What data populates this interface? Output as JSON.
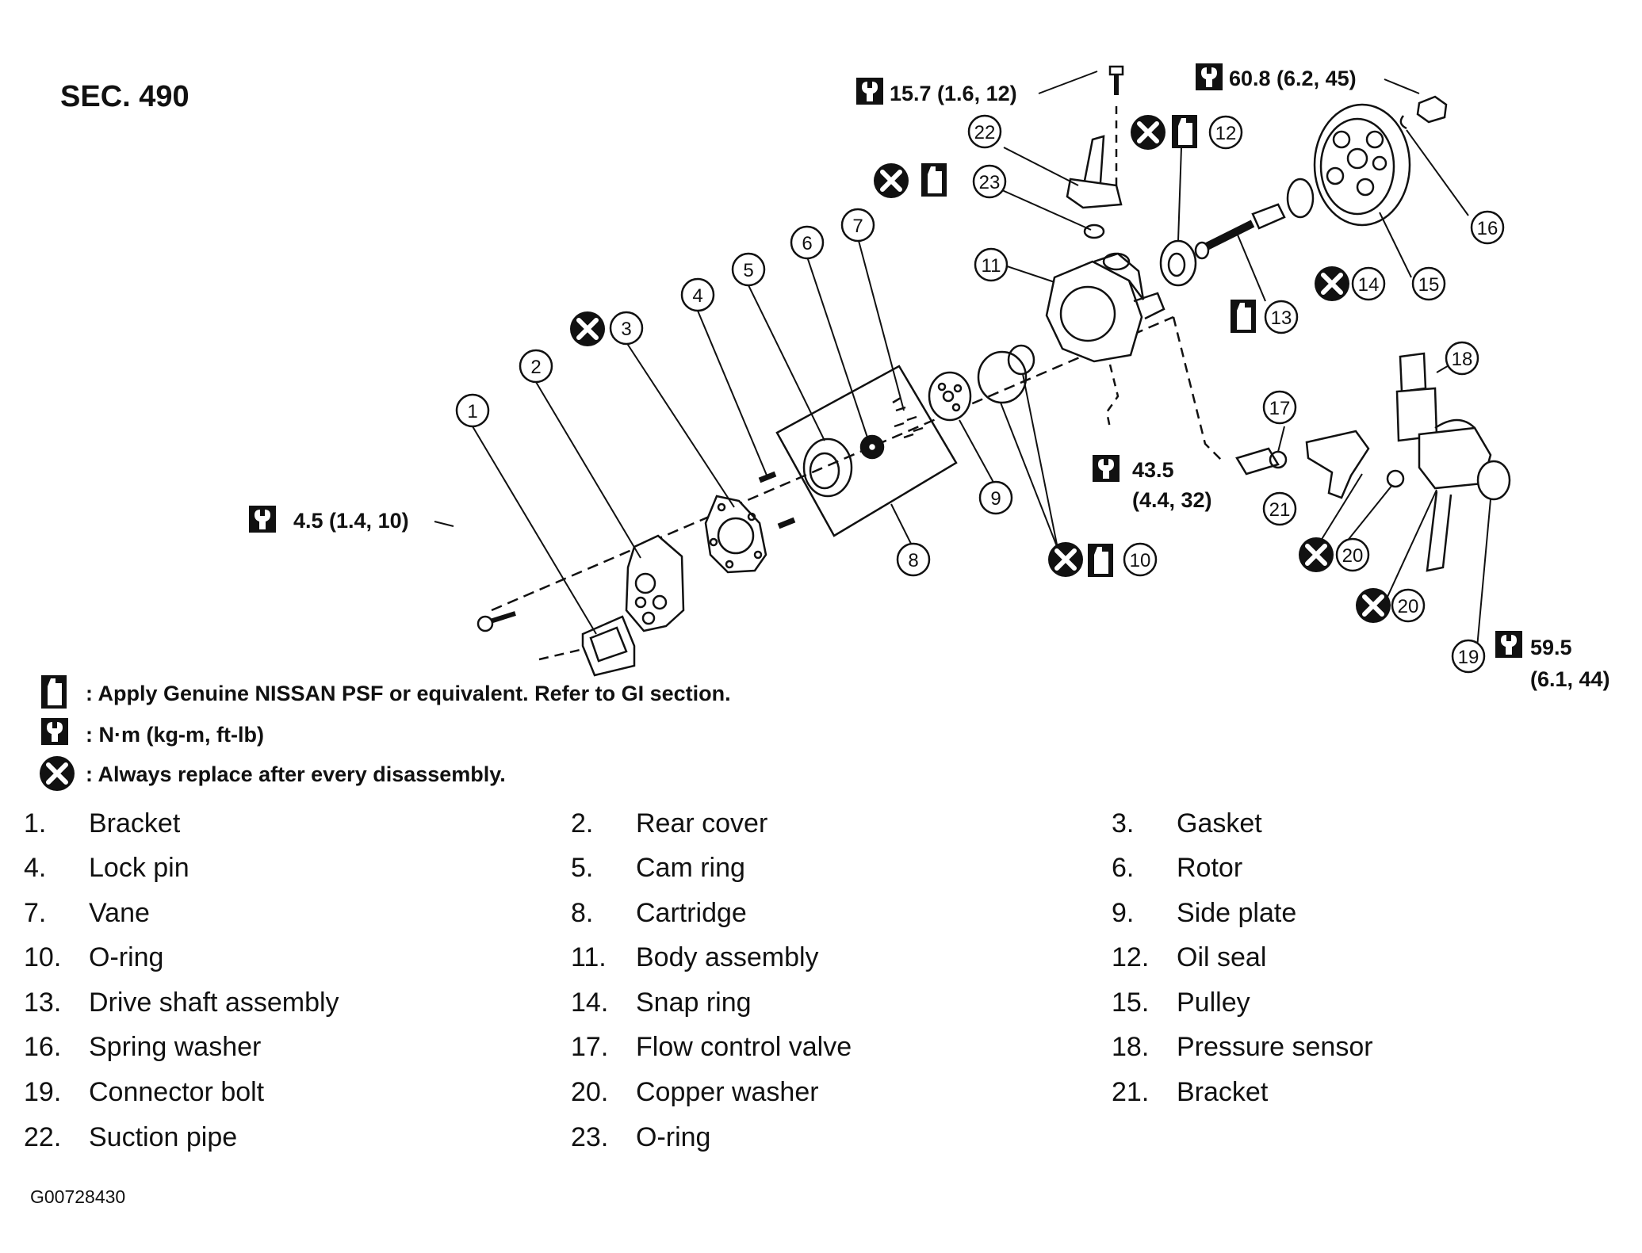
{
  "section": "SEC. 490",
  "image_id": "G00728430",
  "torque_specs": [
    {
      "id": "t1",
      "text": "15.7 (1.6, 12)"
    },
    {
      "id": "t2",
      "text": "60.8 (6.2, 45)"
    },
    {
      "id": "t3",
      "text": "4.5 (1.4, 10)"
    },
    {
      "id": "t4a",
      "text": "43.5"
    },
    {
      "id": "t4b",
      "text": "(4.4, 32)"
    },
    {
      "id": "t5a",
      "text": "59.5"
    },
    {
      "id": "t5b",
      "text": "(6.1, 44)"
    }
  ],
  "callouts": [
    "1",
    "2",
    "3",
    "4",
    "5",
    "6",
    "7",
    "8",
    "9",
    "10",
    "11",
    "12",
    "13",
    "14",
    "15",
    "16",
    "17",
    "18",
    "19",
    "20",
    "20",
    "21",
    "22",
    "23"
  ],
  "legend": [
    {
      "icon": "fluid-can-icon",
      "text": ": Apply Genuine NISSAN PSF or equivalent. Refer to GI section."
    },
    {
      "icon": "wrench-torque-icon",
      "text": ": N·m (kg-m, ft-lb)"
    },
    {
      "icon": "replace-x-icon",
      "text": ": Always replace after every disassembly."
    }
  ],
  "parts": [
    {
      "num": "1.",
      "name": "Bracket"
    },
    {
      "num": "2.",
      "name": "Rear cover"
    },
    {
      "num": "3.",
      "name": "Gasket"
    },
    {
      "num": "4.",
      "name": "Lock pin"
    },
    {
      "num": "5.",
      "name": "Cam ring"
    },
    {
      "num": "6.",
      "name": "Rotor"
    },
    {
      "num": "7.",
      "name": "Vane"
    },
    {
      "num": "8.",
      "name": "Cartridge"
    },
    {
      "num": "9.",
      "name": "Side plate"
    },
    {
      "num": "10.",
      "name": "O-ring"
    },
    {
      "num": "11.",
      "name": "Body assembly"
    },
    {
      "num": "12.",
      "name": "Oil seal"
    },
    {
      "num": "13.",
      "name": "Drive shaft assembly"
    },
    {
      "num": "14.",
      "name": "Snap ring"
    },
    {
      "num": "15.",
      "name": "Pulley"
    },
    {
      "num": "16.",
      "name": "Spring washer"
    },
    {
      "num": "17.",
      "name": "Flow control valve"
    },
    {
      "num": "18.",
      "name": "Pressure sensor"
    },
    {
      "num": "19.",
      "name": "Connector bolt"
    },
    {
      "num": "20.",
      "name": "Copper washer"
    },
    {
      "num": "21.",
      "name": "Bracket"
    },
    {
      "num": "22.",
      "name": "Suction pipe"
    },
    {
      "num": "23.",
      "name": "O-ring"
    }
  ]
}
